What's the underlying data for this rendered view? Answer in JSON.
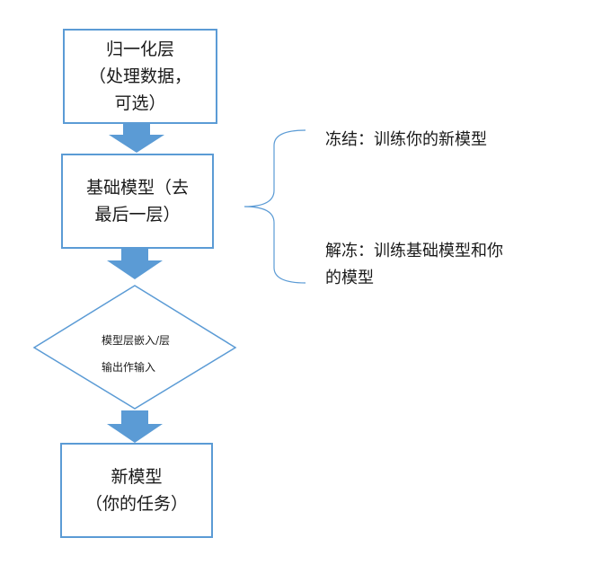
{
  "nodes": {
    "normalization": {
      "line1": "归一化层",
      "line2": "（处理数据，",
      "line3": "可选）"
    },
    "base_model": {
      "line1": "基础模型（去",
      "line2": "最后一层）"
    },
    "decision": {
      "line1": "模型层嵌入/层",
      "line2": "输出作输入"
    },
    "new_model": {
      "line1": "新模型",
      "line2": "（你的任务）"
    }
  },
  "annotations": {
    "freeze": "冻结：训练你的新模型",
    "unfreeze_line1": "解冻：训练基础模型和你",
    "unfreeze_line2": "的模型"
  },
  "colors": {
    "border": "#5b9bd5",
    "arrow": "#5b9bd5",
    "text": "#1a1a1a"
  }
}
